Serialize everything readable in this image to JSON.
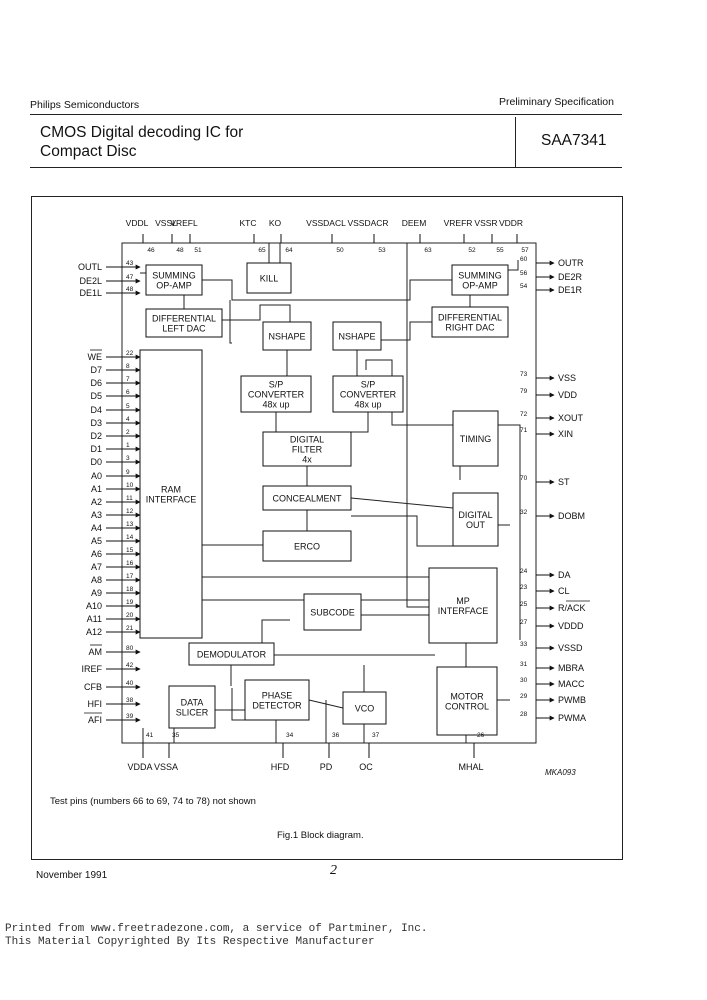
{
  "header": {
    "company": "Philips Semiconductors",
    "doc_type": "Preliminary Specification",
    "title_line1": "CMOS Digital decoding IC for",
    "title_line2": "Compact Disc",
    "part_number": "SAA7341"
  },
  "diagram": {
    "blocks": {
      "summing_left": [
        "SUMMING",
        "OP-AMP"
      ],
      "kill": [
        "KILL"
      ],
      "summing_right": [
        "SUMMING",
        "OP-AMP"
      ],
      "diff_left": [
        "DIFFERENTIAL",
        "LEFT DAC"
      ],
      "diff_right": [
        "DIFFERENTIAL",
        "RIGHT DAC"
      ],
      "nshape_left": [
        "NSHAPE"
      ],
      "nshape_right": [
        "NSHAPE"
      ],
      "sp_left": [
        "S/P",
        "CONVERTER",
        "48x up"
      ],
      "sp_right": [
        "S/P",
        "CONVERTER",
        "48x up"
      ],
      "digital_filter": [
        "DIGITAL",
        "FILTER",
        "4x"
      ],
      "concealment": [
        "CONCEALMENT"
      ],
      "erco": [
        "ERCO"
      ],
      "ram_interface": [
        "RAM",
        "INTERFACE"
      ],
      "timing": [
        "TIMING"
      ],
      "digital_out": [
        "DIGITAL",
        "OUT"
      ],
      "subcode": [
        "SUBCODE"
      ],
      "mp_interface": [
        "MP",
        "INTERFACE"
      ],
      "demodulator": [
        "DEMODULATOR"
      ],
      "data_slicer": [
        "DATA",
        "SLICER"
      ],
      "phase_detector": [
        "PHASE",
        "DETECTOR"
      ],
      "vco": [
        "VCO"
      ],
      "motor_control": [
        "MOTOR",
        "CONTROL"
      ]
    },
    "top_pins": [
      {
        "name": "VDDL",
        "num": "46"
      },
      {
        "name": "VSSL",
        "num": "48"
      },
      {
        "name": "VREFL",
        "num": "51"
      },
      {
        "name": "KTC",
        "num": "65"
      },
      {
        "name": "KO",
        "num": "64"
      },
      {
        "name": "VSSDACL",
        "num": "50"
      },
      {
        "name": "VSSDACR",
        "num": "53"
      },
      {
        "name": "DEEM",
        "num": "63"
      },
      {
        "name": "VREFR",
        "num": "52"
      },
      {
        "name": "VSSR",
        "num": "55"
      },
      {
        "name": "VDDR",
        "num": "57"
      }
    ],
    "left_pins": [
      {
        "name": "OUTL",
        "num": "43"
      },
      {
        "name": "DE2L",
        "num": "47"
      },
      {
        "name": "DE1L",
        "num": "48"
      },
      {
        "name": "WE",
        "num": "22"
      },
      {
        "name": "D7",
        "num": "8"
      },
      {
        "name": "D6",
        "num": "7"
      },
      {
        "name": "D5",
        "num": "6"
      },
      {
        "name": "D4",
        "num": "5"
      },
      {
        "name": "D3",
        "num": "4"
      },
      {
        "name": "D2",
        "num": "2"
      },
      {
        "name": "D1",
        "num": "1"
      },
      {
        "name": "D0",
        "num": "3"
      },
      {
        "name": "A0",
        "num": "9"
      },
      {
        "name": "A1",
        "num": "10"
      },
      {
        "name": "A2",
        "num": "11"
      },
      {
        "name": "A3",
        "num": "12"
      },
      {
        "name": "A4",
        "num": "13"
      },
      {
        "name": "A5",
        "num": "14"
      },
      {
        "name": "A6",
        "num": "15"
      },
      {
        "name": "A7",
        "num": "16"
      },
      {
        "name": "A8",
        "num": "17"
      },
      {
        "name": "A9",
        "num": "18"
      },
      {
        "name": "A10",
        "num": "19"
      },
      {
        "name": "A11",
        "num": "20"
      },
      {
        "name": "A12",
        "num": "21"
      },
      {
        "name": "AM",
        "num": "80"
      },
      {
        "name": "IREF",
        "num": "42"
      },
      {
        "name": "CFB",
        "num": "40"
      },
      {
        "name": "HFI",
        "num": "38"
      },
      {
        "name": "AFI",
        "num": "39"
      }
    ],
    "right_pins": [
      {
        "name": "OUTR",
        "num": "60"
      },
      {
        "name": "DE2R",
        "num": "56"
      },
      {
        "name": "DE1R",
        "num": "54"
      },
      {
        "name": "VSS",
        "num": "73"
      },
      {
        "name": "VDD",
        "num": "79"
      },
      {
        "name": "XOUT",
        "num": "72"
      },
      {
        "name": "XIN",
        "num": "71"
      },
      {
        "name": "ST",
        "num": "70"
      },
      {
        "name": "DOBM",
        "num": "32"
      },
      {
        "name": "DA",
        "num": "24"
      },
      {
        "name": "CL",
        "num": "23"
      },
      {
        "name": "R/ACK",
        "num": "25"
      },
      {
        "name": "VDDD",
        "num": "27"
      },
      {
        "name": "VSSD",
        "num": "33"
      },
      {
        "name": "MBRA",
        "num": "31"
      },
      {
        "name": "MACC",
        "num": "30"
      },
      {
        "name": "PWMB",
        "num": "29"
      },
      {
        "name": "PWMA",
        "num": "28"
      }
    ],
    "bottom_pins": [
      {
        "name": "VDDA",
        "num": "41"
      },
      {
        "name": "VSSA",
        "num": "35"
      },
      {
        "name": "HFD",
        "num": "34"
      },
      {
        "name": "PD",
        "num": "36"
      },
      {
        "name": "OC",
        "num": "37"
      },
      {
        "name": "MHAL",
        "num": "26"
      }
    ],
    "code": "MKA093"
  },
  "note": "Test pins (numbers 66 to 69, 74 to 78) not shown",
  "caption": "Fig.1  Block diagram.",
  "footer": {
    "date": "November 1991",
    "page_mark": "2",
    "print_line1": "Printed from www.freetradezone.com, a service of Partminer, Inc.",
    "print_line2": "This Material Copyrighted By Its Respective Manufacturer"
  }
}
